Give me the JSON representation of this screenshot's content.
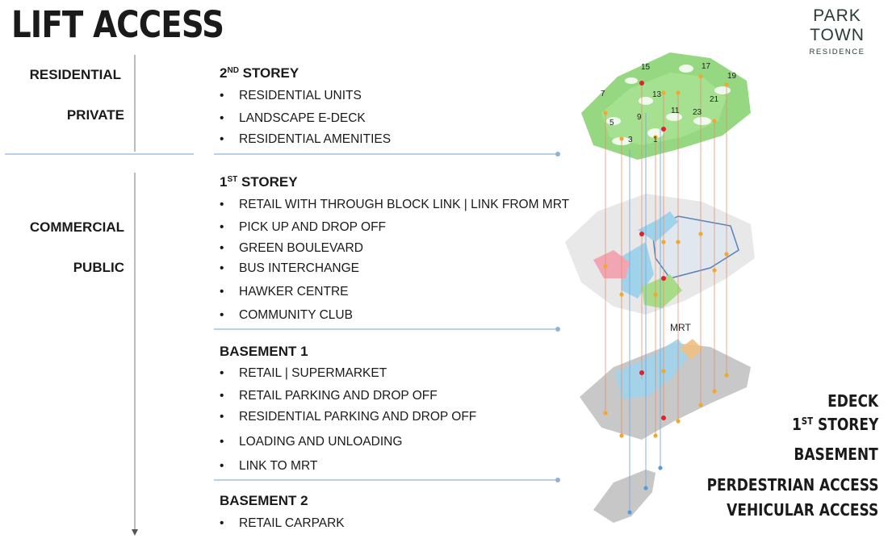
{
  "title": "LIFT ACCESS",
  "logo": {
    "line1": "PARK",
    "line2": "TOWN",
    "line3": "RESIDENCE"
  },
  "side_labels": {
    "residential": "RESIDENTIAL",
    "private": "PRIVATE",
    "commercial": "COMMERCIAL",
    "public": "PUBLIC"
  },
  "sections": [
    {
      "num": "2",
      "sup": "ND",
      "rest": " STOREY",
      "items": [
        "RESIDENTIAL UNITS",
        "LANDSCAPE E-DECK",
        "RESIDENTIAL AMENITIES"
      ]
    },
    {
      "num": "1",
      "sup": "ST",
      "rest": " STOREY",
      "items": [
        "RETAIL WITH THROUGH BLOCK LINK | LINK FROM MRT",
        "PICK UP AND DROP OFF",
        "GREEN BOULEVARD",
        "BUS INTERCHANGE",
        "HAWKER CENTRE",
        "COMMUNITY CLUB"
      ]
    },
    {
      "label": "BASEMENT 1",
      "items": [
        "RETAIL | SUPERMARKET",
        "RETAIL PARKING AND DROP OFF",
        "RESIDENTIAL PARKING AND DROP OFF",
        "LOADING AND UNLOADING",
        "LINK TO MRT"
      ]
    },
    {
      "label": "BASEMENT 2",
      "items": [
        "RETAIL CARPARK"
      ]
    }
  ],
  "bullet": "•",
  "legend": {
    "edeck": "EDECK",
    "first_num": "1",
    "first_sup": "ST",
    "first_rest": " STOREY",
    "basement": "BASEMENT",
    "pedestrian": "PERDESTRIAN ACCESS",
    "vehicular": "VEHICULAR ACCESS"
  },
  "map_labels": {
    "mrt": "MRT",
    "unit_numbers": [
      "15",
      "17",
      "19",
      "7",
      "13",
      "21",
      "11",
      "23",
      "5",
      "9",
      "3",
      "1"
    ]
  },
  "colors": {
    "deck_green": "#8fd67a",
    "retail_blue": "#9fd3ec",
    "pink": "#f2a6b4",
    "grey_slab": "#b9b9b9",
    "lift_orange": "#f0a830",
    "lift_red": "#e0202a",
    "line_blue": "#8fb3d6"
  }
}
